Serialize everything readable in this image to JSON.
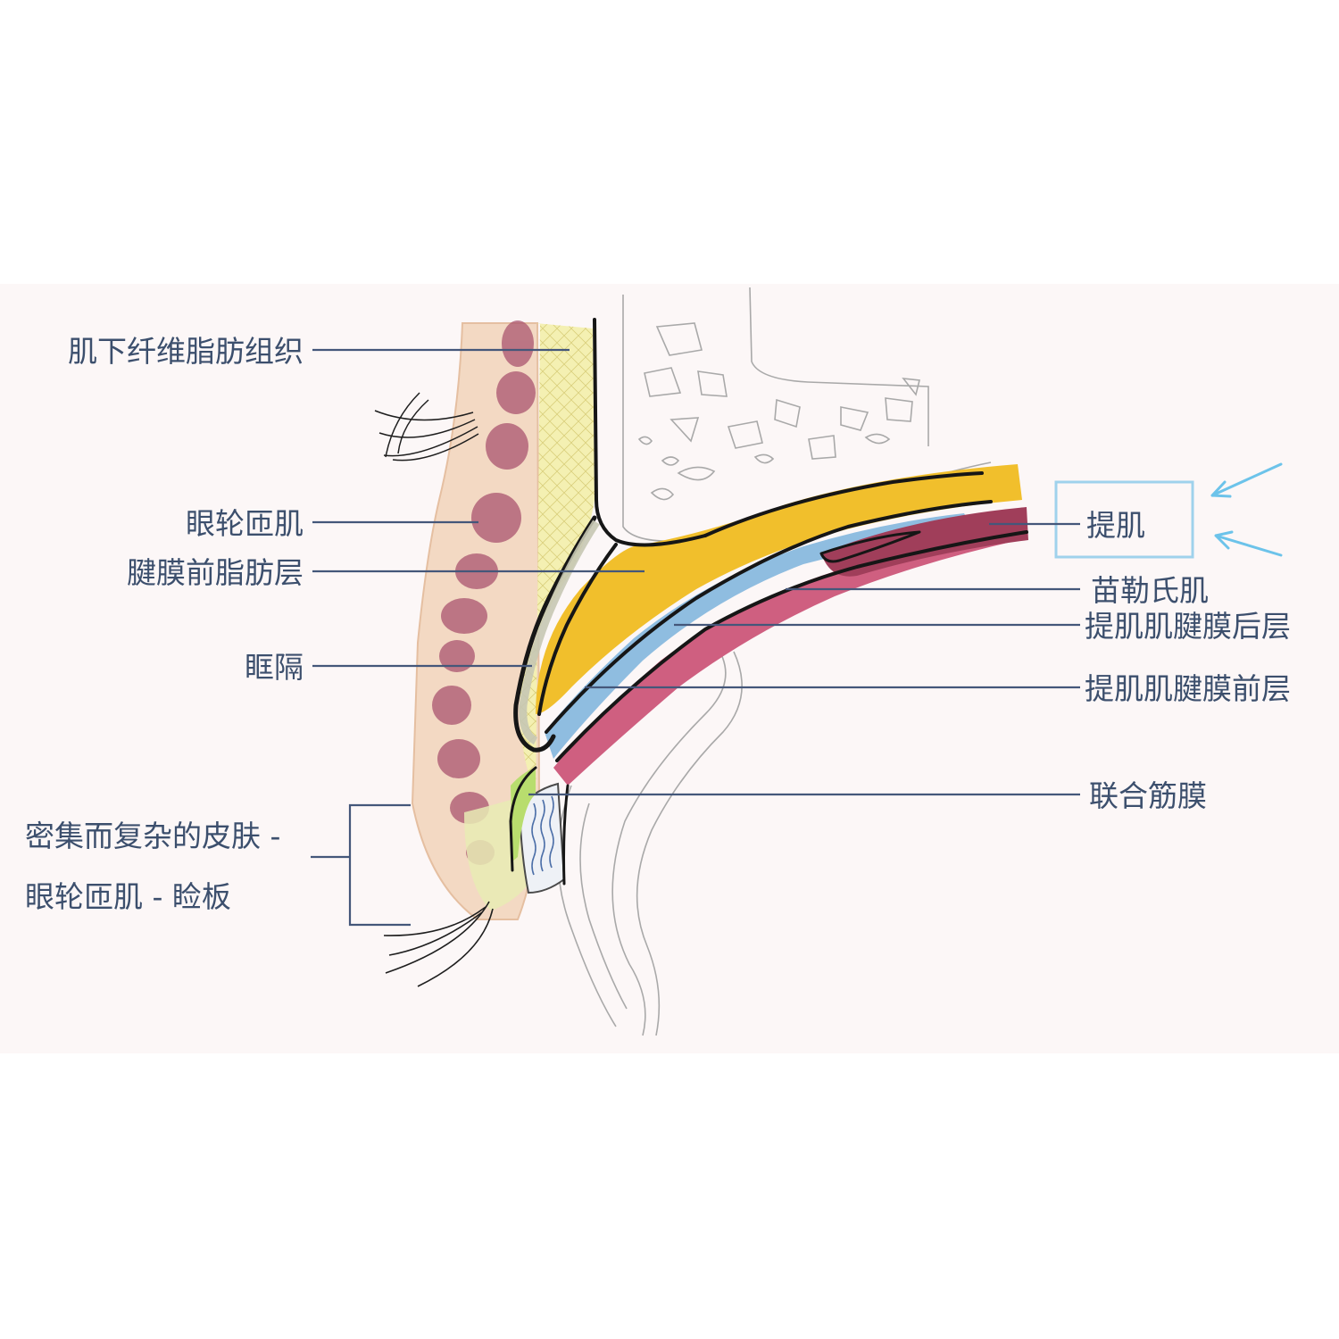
{
  "labels": {
    "subcutaneous_fibrofatty": "肌下纤维脂肪组织",
    "orbicularis": "眼轮匝肌",
    "preaponeurotic_fat": "腱膜前脂肪层",
    "septum": "眶隔",
    "skin_complex_line1": "密集而复杂的皮肤 -",
    "skin_complex_line2": "眼轮匝肌 - 睑板",
    "levator": "提肌",
    "muller": "苗勒氏肌",
    "posterior_aponeurosis": "提肌肌腱膜后层",
    "anterior_aponeurosis": "提肌肌腱膜前层",
    "conjoint_fascia": "联合筋膜"
  },
  "colors": {
    "label_text": "#3c4f6d",
    "leader_line": "#44577a",
    "highlight_box": "#9fd2ec",
    "arrow": "#6cc3ea",
    "preaponeurotic_fat": "#f1bf2c",
    "muller_muscle": "#cf5f80",
    "aponeurosis": "#8fbde0",
    "septum": "#c6c6b3",
    "skin": "#f3d9c3",
    "muscle_blotch": "#a8506c",
    "fibrofatty": "#f4f0b2"
  }
}
